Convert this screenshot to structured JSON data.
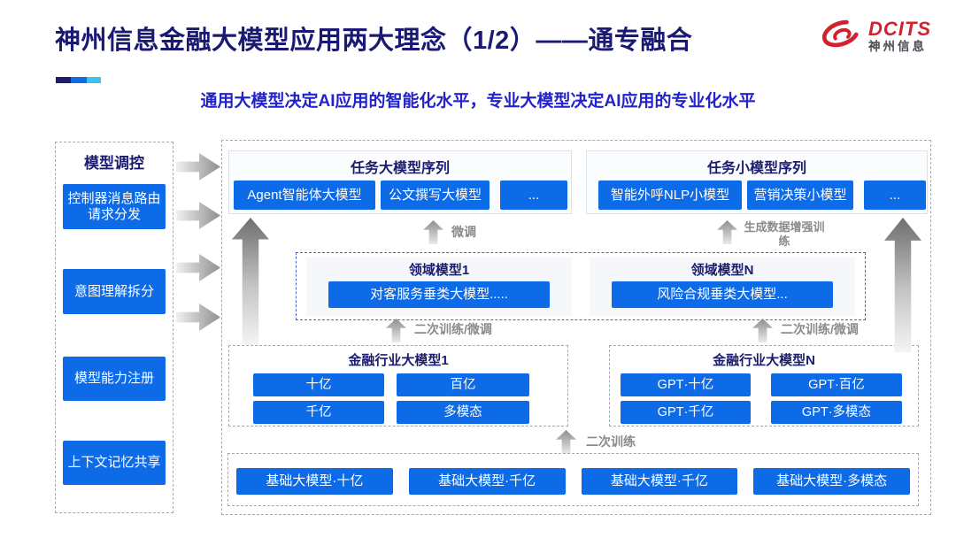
{
  "header": {
    "title": "神州信息金融大模型应用两大理念（1/2）——通专融合",
    "subtitle": "通用大模型决定AI应用的智能化水平，专业大模型决定AI应用的专业化水平",
    "brand": "DCITS",
    "brand_cn": "神州信息"
  },
  "colors": {
    "accent_blue": "#0e6be8",
    "navy": "#1b1b70",
    "subtitle_blue": "#2323cb",
    "logo_red": "#d3212d",
    "label_gray": "#8a8a8a"
  },
  "sidebar": {
    "title": "模型调控",
    "items": [
      "控制器消息路由请求分发",
      "意图理解拆分",
      "模型能力注册",
      "上下文记忆共享"
    ]
  },
  "task_large": {
    "title": "任务大模型序列",
    "items": [
      "Agent智能体大模型",
      "公文撰写大模型",
      "..."
    ]
  },
  "task_small": {
    "title": "任务小模型序列",
    "items": [
      "智能外呼NLP小模型",
      "营销决策小模型",
      "..."
    ]
  },
  "arrow_labels": {
    "finetune": "微调",
    "gen_data": "生成数据增强训练",
    "retrain_ft_left": "二次训练/微调",
    "retrain_ft_right": "二次训练/微调",
    "retrain": "二次训练"
  },
  "domain": {
    "left": {
      "title": "领域模型1",
      "item": "对客服务垂类大模型....."
    },
    "right": {
      "title": "领域模型N",
      "item": "风险合规垂类大模型..."
    }
  },
  "industry": {
    "left": {
      "title": "金融行业大模型1",
      "items": [
        "十亿",
        "百亿",
        "千亿",
        "多模态"
      ]
    },
    "right": {
      "title": "金融行业大模型N",
      "items": [
        "GPT·十亿",
        "GPT·百亿",
        "GPT·千亿",
        "GPT·多模态"
      ]
    }
  },
  "base": {
    "items": [
      "基础大模型·十亿",
      "基础大模型·千亿",
      "基础大模型·千亿",
      "基础大模型·多模态"
    ]
  }
}
